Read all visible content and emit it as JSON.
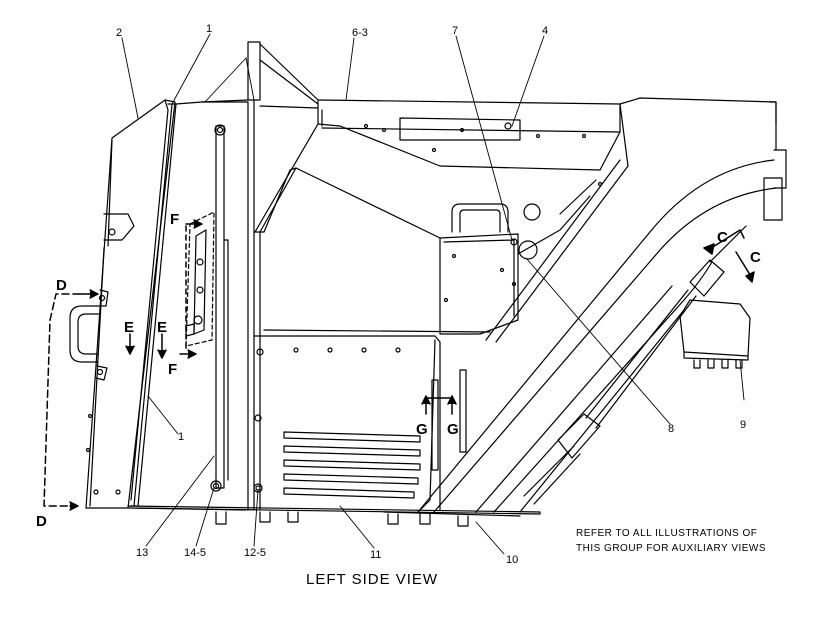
{
  "view_title": "LEFT SIDE VIEW",
  "note": {
    "line1": "REFER TO ALL ILLUSTRATIONS OF",
    "line2": "THIS GROUP FOR AUXILIARY VIEWS"
  },
  "callouts": {
    "c1_top": "1",
    "c1_mid": "1",
    "c2": "2",
    "c4": "4",
    "c6_3": "6-3",
    "c7": "7",
    "c8": "8",
    "c9": "9",
    "c10": "10",
    "c11": "11",
    "c12_5": "12-5",
    "c13": "13",
    "c14_5": "14-5"
  },
  "section_markers": {
    "d_top": "D",
    "d_bottom": "D",
    "e_left": "E",
    "e_right": "E",
    "f_top": "F",
    "f_bottom": "F",
    "g_left": "G",
    "g_right": "G",
    "c_left": "C",
    "c_right": "C"
  }
}
